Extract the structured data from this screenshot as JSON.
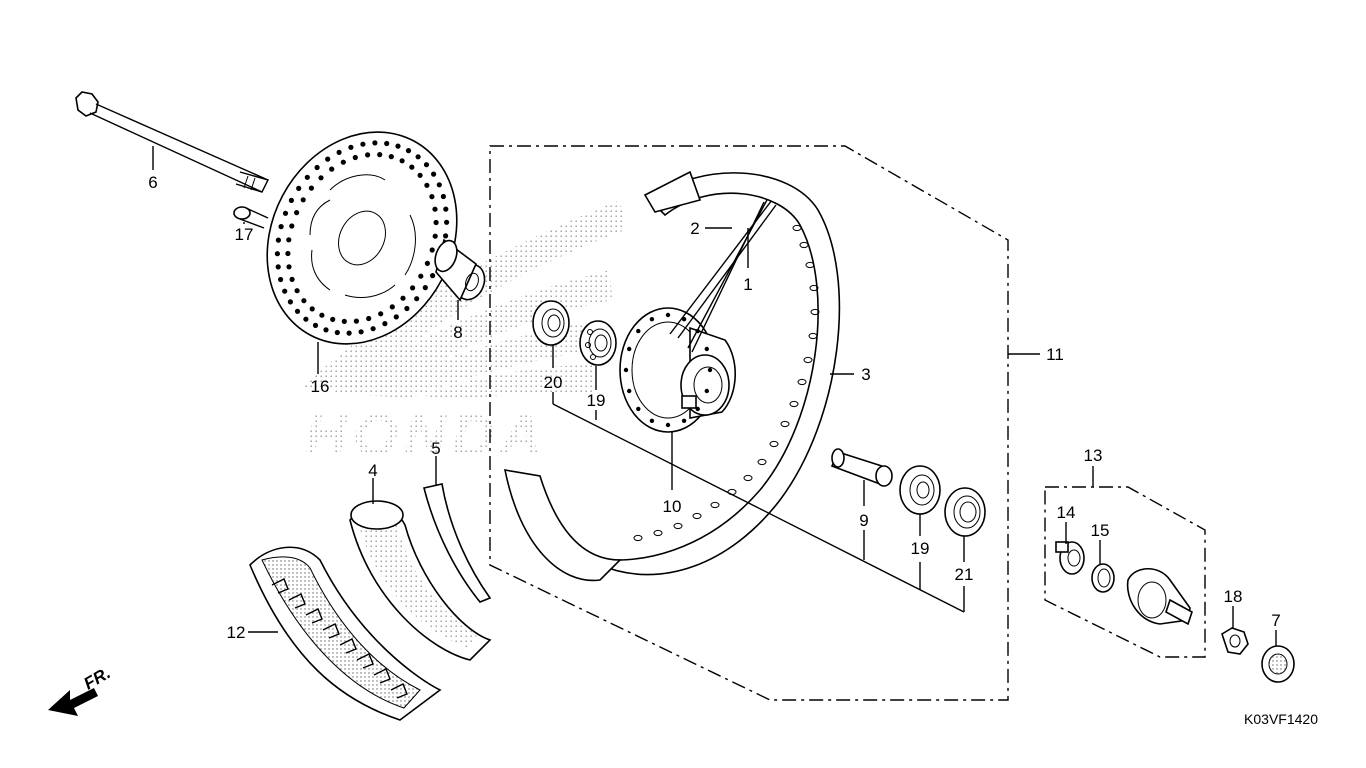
{
  "diagram": {
    "diagram_code": "K03VF1420",
    "direction_marker": "FR.",
    "watermark": "HONDA",
    "callouts": [
      {
        "id": "c1",
        "text": "1"
      },
      {
        "id": "c2",
        "text": "2"
      },
      {
        "id": "c3",
        "text": "3"
      },
      {
        "id": "c4",
        "text": "4"
      },
      {
        "id": "c5",
        "text": "5"
      },
      {
        "id": "c6",
        "text": "6"
      },
      {
        "id": "c7",
        "text": "7"
      },
      {
        "id": "c8",
        "text": "8"
      },
      {
        "id": "c9",
        "text": "9"
      },
      {
        "id": "c10",
        "text": "10"
      },
      {
        "id": "c11",
        "text": "11"
      },
      {
        "id": "c12",
        "text": "12"
      },
      {
        "id": "c13",
        "text": "13"
      },
      {
        "id": "c14",
        "text": "14"
      },
      {
        "id": "c15",
        "text": "15"
      },
      {
        "id": "c16",
        "text": "16"
      },
      {
        "id": "c17",
        "text": "17"
      },
      {
        "id": "c18",
        "text": "18"
      },
      {
        "id": "c19a",
        "text": "19"
      },
      {
        "id": "c19b",
        "text": "19"
      },
      {
        "id": "c20",
        "text": "20"
      },
      {
        "id": "c21",
        "text": "21"
      }
    ]
  }
}
